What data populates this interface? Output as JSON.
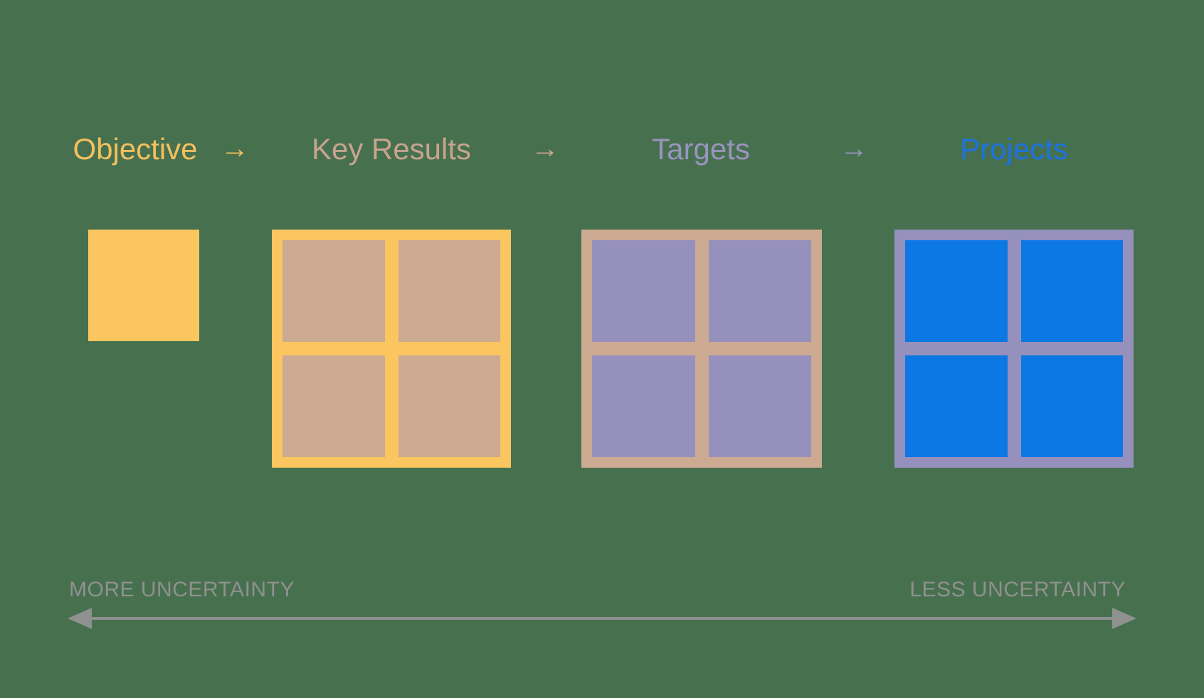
{
  "arrow_glyph": "→",
  "colors": {
    "background": "#47704F",
    "axis_gray": "#8F918F"
  },
  "stages": [
    {
      "label": "Objective",
      "label_color": "#F3C05E",
      "fill": "#FBC55F"
    },
    {
      "label": "Key Results",
      "label_color": "#C6A48D",
      "frame": "#FBC55F",
      "cell": "#CDAA92"
    },
    {
      "label": "Targets",
      "label_color": "#9A94BE",
      "frame": "#CDAA92",
      "cell": "#9690BD"
    },
    {
      "label": "Projects",
      "label_color": "#1C73E0",
      "frame": "#9690BD",
      "cell": "#0B78E3"
    }
  ],
  "axis": {
    "left_label": "MORE UNCERTAINTY",
    "right_label": "LESS UNCERTAINTY",
    "color": "#8F918F"
  }
}
